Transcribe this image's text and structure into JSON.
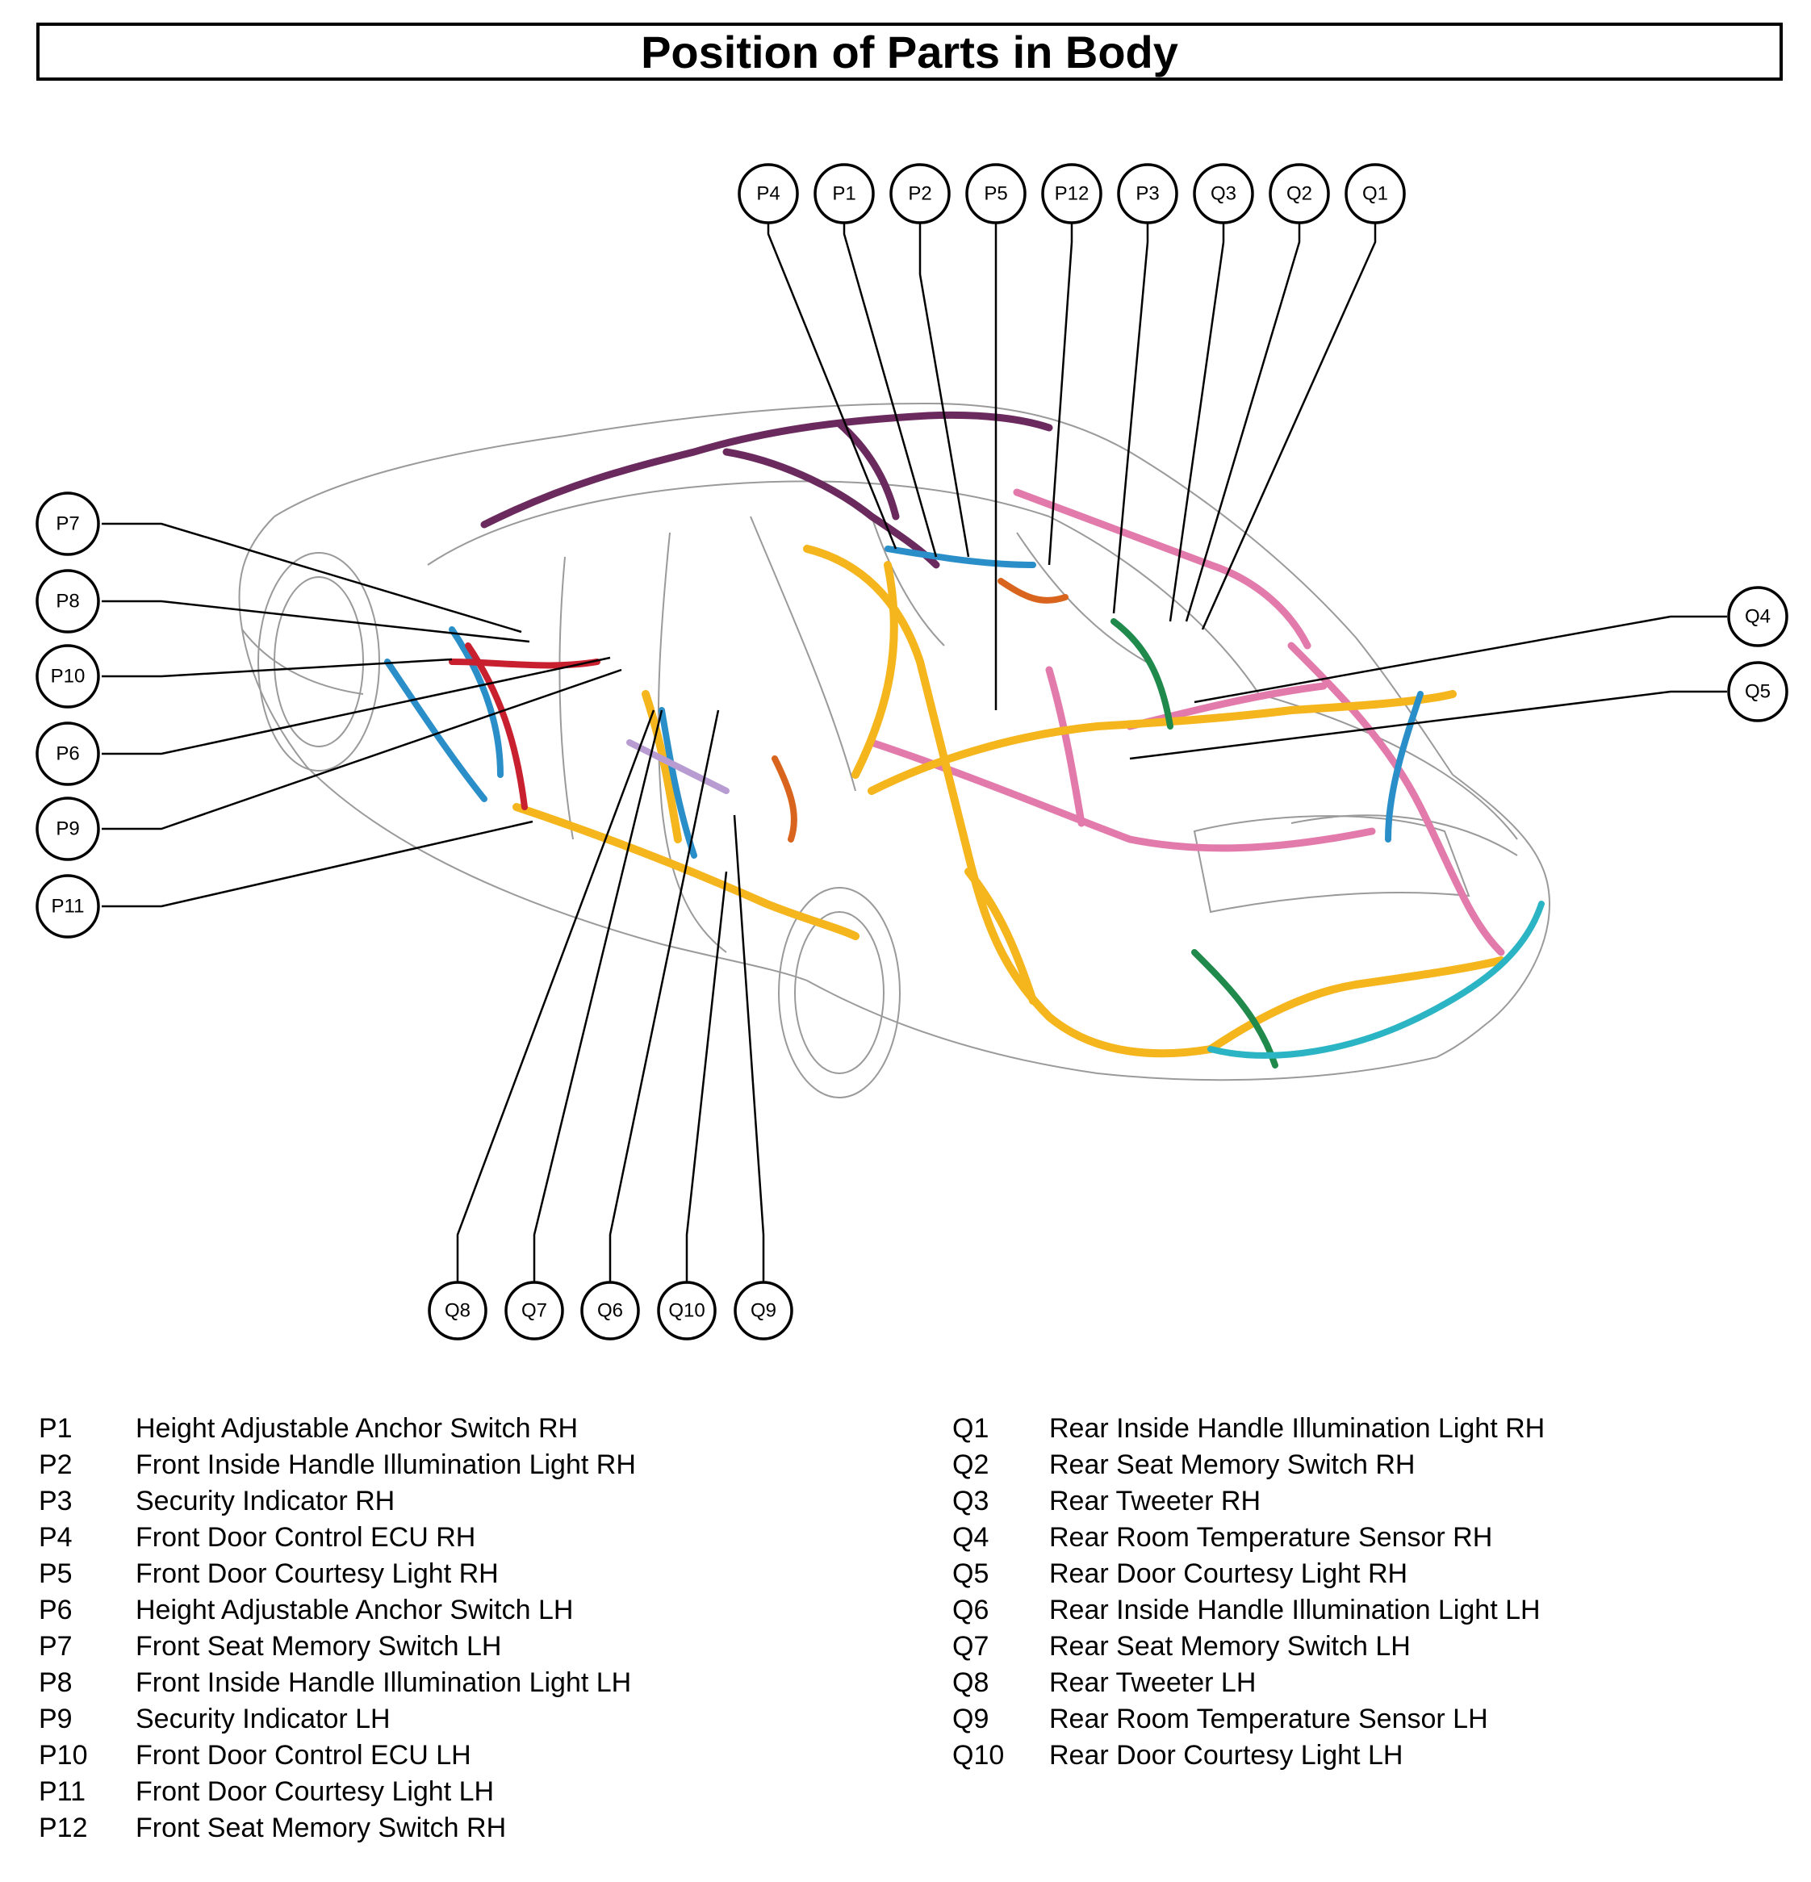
{
  "title": "Position of Parts in Body",
  "callouts": {
    "P4": "P4",
    "P1": "P1",
    "P2": "P2",
    "P5": "P5",
    "P12": "P12",
    "P3": "P3",
    "Q3": "Q3",
    "Q2": "Q2",
    "Q1": "Q1",
    "P7": "P7",
    "P8": "P8",
    "P10": "P10",
    "P6": "P6",
    "P9": "P9",
    "P11": "P11",
    "Q4": "Q4",
    "Q5": "Q5",
    "Q8": "Q8",
    "Q7": "Q7",
    "Q6": "Q6",
    "Q10": "Q10",
    "Q9": "Q9"
  },
  "legend_left": [
    {
      "code": "P1",
      "name": "Height Adjustable Anchor Switch RH"
    },
    {
      "code": "P2",
      "name": "Front Inside Handle Illumination Light RH"
    },
    {
      "code": "P3",
      "name": "Security Indicator RH"
    },
    {
      "code": "P4",
      "name": "Front Door Control ECU RH"
    },
    {
      "code": "P5",
      "name": "Front Door Courtesy Light RH"
    },
    {
      "code": "P6",
      "name": "Height Adjustable Anchor Switch LH"
    },
    {
      "code": "P7",
      "name": "Front Seat Memory Switch LH"
    },
    {
      "code": "P8",
      "name": "Front Inside Handle Illumination Light LH"
    },
    {
      "code": "P9",
      "name": "Security Indicator LH"
    },
    {
      "code": "P10",
      "name": "Front Door Control ECU LH"
    },
    {
      "code": "P11",
      "name": "Front Door Courtesy Light LH"
    },
    {
      "code": "P12",
      "name": "Front Seat Memory Switch RH"
    }
  ],
  "legend_right": [
    {
      "code": "Q1",
      "name": "Rear Inside Handle Illumination Light RH"
    },
    {
      "code": "Q2",
      "name": "Rear Seat Memory Switch RH"
    },
    {
      "code": "Q3",
      "name": "Rear Tweeter RH"
    },
    {
      "code": "Q4",
      "name": "Rear Room Temperature Sensor RH"
    },
    {
      "code": "Q5",
      "name": "Rear Door Courtesy Light RH"
    },
    {
      "code": "Q6",
      "name": "Rear Inside Handle Illumination Light LH"
    },
    {
      "code": "Q7",
      "name": "Rear Seat Memory Switch LH"
    },
    {
      "code": "Q8",
      "name": "Rear Tweeter LH"
    },
    {
      "code": "Q9",
      "name": "Rear Room Temperature Sensor LH"
    },
    {
      "code": "Q10",
      "name": "Rear Door Courtesy Light LH"
    }
  ],
  "colors": {
    "harness_yellow": "#f5b51c",
    "harness_pink": "#e27bab",
    "harness_purple": "#6b2a5e",
    "harness_blue": "#2a8fc9",
    "harness_green": "#1f8a4c",
    "harness_red": "#c8202e",
    "harness_orange": "#d9641e",
    "harness_teal": "#2bb5c4",
    "harness_lavender": "#b79bd1"
  }
}
